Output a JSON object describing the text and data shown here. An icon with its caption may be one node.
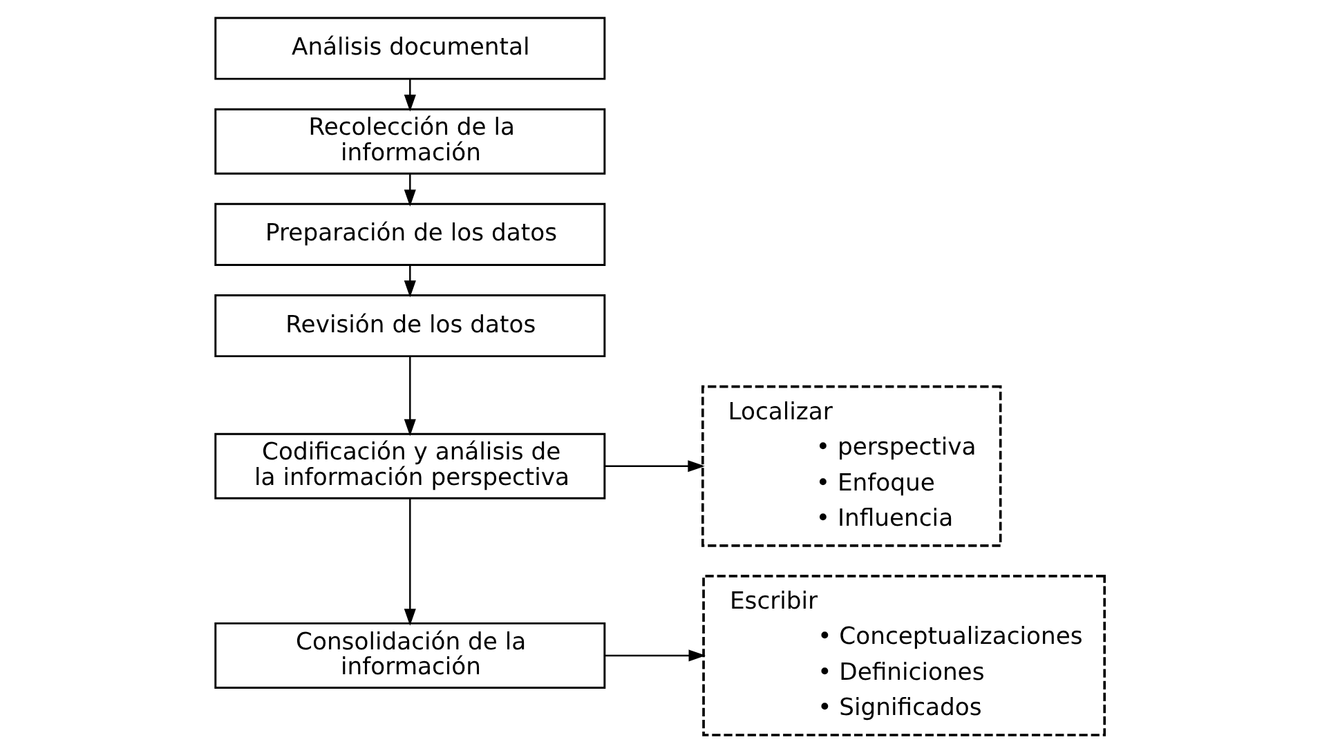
{
  "diagram": {
    "nodes": [
      {
        "text": [
          "Análisis documental"
        ]
      },
      {
        "text": [
          "Recolección de la información"
        ]
      },
      {
        "text": [
          "Preparación de los datos"
        ]
      },
      {
        "text": [
          "Revisión de los datos"
        ]
      },
      {
        "text": [
          "Codificación y análisis de la información perspectiva"
        ]
      },
      {
        "text": [
          "Consolidación de la información"
        ]
      },
      {
        "text": [
          "Localizar",
          "• perspectiva",
          "• Enfoque",
          "• Influencia"
        ]
      },
      {
        "text": [
          "Escribir",
          "• Conceptualizaciones",
          "• Definiciones",
          "• Significados"
        ]
      }
    ],
    "edges": [
      {
        "from": 0,
        "to": 1,
        "arrow": "to"
      },
      {
        "from": 1,
        "to": 2,
        "arrow": "to"
      },
      {
        "from": 2,
        "to": 3,
        "arrow": "to"
      },
      {
        "from": 3,
        "to": 4,
        "arrow": "to"
      },
      {
        "from": 4,
        "to": 5,
        "arrow": "to"
      },
      {
        "from": 4,
        "to": 6,
        "arrow": "to"
      },
      {
        "from": 5,
        "to": 7,
        "arrow": "to"
      }
    ]
  }
}
